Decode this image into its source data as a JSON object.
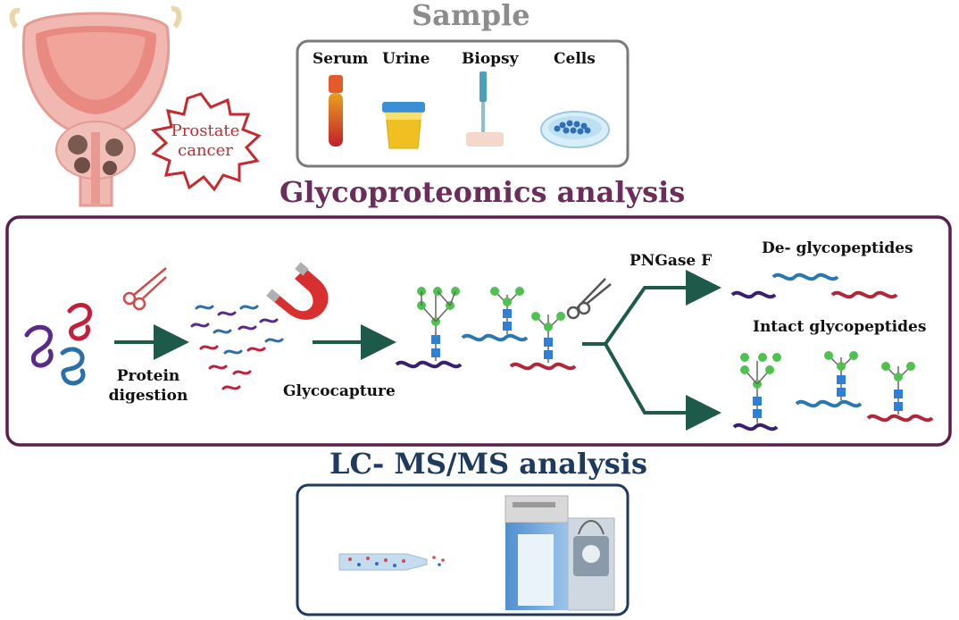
{
  "sample": {
    "title": "Sample",
    "items": [
      {
        "label": "Serum"
      },
      {
        "label": "Urine"
      },
      {
        "label": "Biopsy"
      },
      {
        "label": "Cells"
      }
    ]
  },
  "prostate": {
    "label_line1": "Prostate",
    "label_line2": "cancer"
  },
  "glyco": {
    "title": "Glycoproteomics analysis",
    "protein_digestion_line1": "Protein",
    "protein_digestion_line2": "digestion",
    "glycocapture": "Glycocapture",
    "pngase": "PNGase F",
    "deglyco": "De- glycopeptides",
    "intact": "Intact glycopeptides"
  },
  "lcms": {
    "title": "LC- MS/MS analysis"
  },
  "colors": {
    "sample_title": "#8c8c8c",
    "glyco_title": "#6b2d5c",
    "lcms_title": "#1f3a5f",
    "glyco_box": "#5a1f4a",
    "lcms_box": "#1f3a5f",
    "arrow": "#1e5a4a",
    "glycan_green": "#4ec24e",
    "glycan_blue": "#2f7fd6",
    "peptide_purple": "#3a1f6e",
    "peptide_blue": "#2a78b0",
    "peptide_red": "#b3263a"
  },
  "icons": [
    "prostate-icon",
    "serum-tube-icon",
    "urine-cup-icon",
    "biopsy-needle-icon",
    "petri-dish-icon",
    "scissors-icon",
    "magnet-icon",
    "lc-column-icon",
    "mass-spectrometer-icon"
  ]
}
